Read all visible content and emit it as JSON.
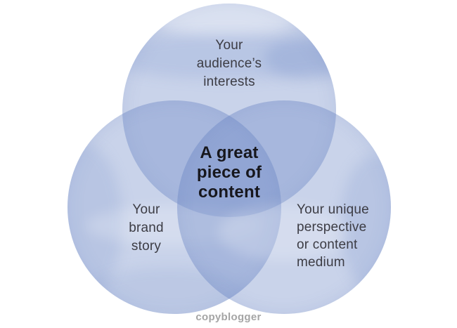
{
  "page": {
    "background_color": "#ffffff"
  },
  "venn": {
    "type": "venn-diagram",
    "circle_fill_color": "#6c87c7",
    "circle_fill_opacity": 0.37,
    "single_region_color": "#c9d3ea",
    "double_overlap_color": "#aebde0",
    "triple_overlap_color": "#92a6d4",
    "label_color": "#3c3c44",
    "center_label_color": "#17171d",
    "circles": [
      {
        "id": "audience-interests",
        "position": "top",
        "label_lines": [
          "Your",
          "audience’s",
          "interests"
        ]
      },
      {
        "id": "brand-story",
        "position": "bottom-left",
        "label_lines": [
          "Your",
          "brand",
          "story"
        ]
      },
      {
        "id": "unique-perspective",
        "position": "bottom-right",
        "label_lines": [
          "Your unique",
          "perspective",
          "or content",
          "medium"
        ]
      }
    ],
    "center_label_lines": [
      "A great",
      "piece of",
      "content"
    ]
  },
  "footer": {
    "logo_text": "copyblogger",
    "logo_color": "#a5a5a5"
  }
}
